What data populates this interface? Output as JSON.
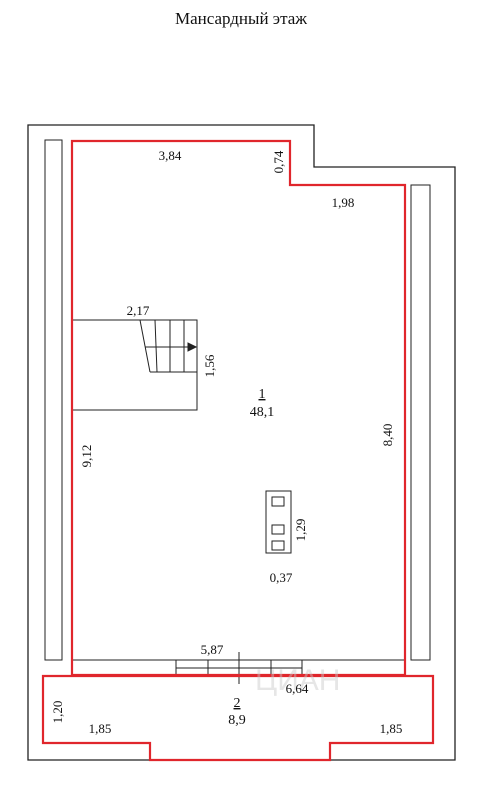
{
  "title": "Мансардный этаж",
  "colors": {
    "wall": "#222222",
    "room_outline": "#e0262c",
    "watermark": "#c9c9c9"
  },
  "rooms": [
    {
      "number": "1",
      "area": "48,1"
    },
    {
      "number": "2",
      "area": "8,9"
    }
  ],
  "dimensions": {
    "top_left_width": "3,84",
    "step_height": "0,74",
    "top_right_width": "1,98",
    "stair_width": "2,17",
    "stair_length": "1,56",
    "left_height": "9,12",
    "right_height": "8,40",
    "chimney_length": "1,29",
    "chimney_width": "0,37",
    "bottom_width": "5,87",
    "balcony_width": "6,64",
    "balcony_depth": "1,20",
    "balcony_left_wing": "1,85",
    "balcony_right_wing": "1,85"
  },
  "watermark": "ЦИАН"
}
